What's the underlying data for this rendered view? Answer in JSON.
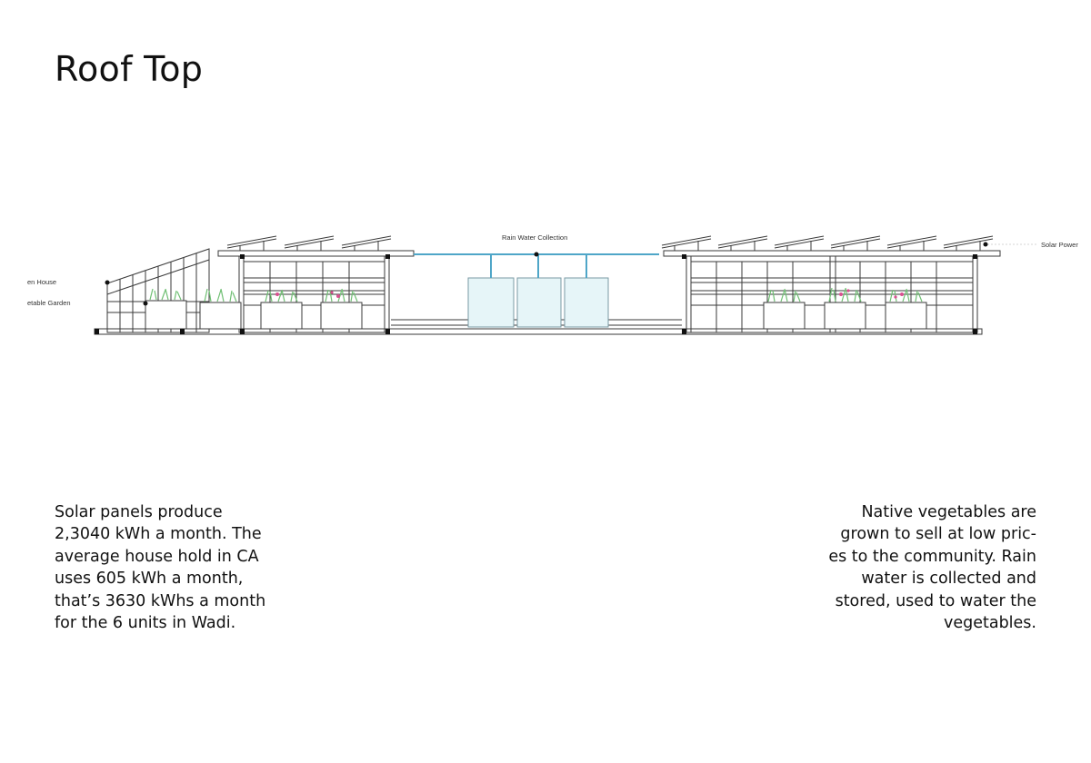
{
  "page": {
    "title": "Roof Top"
  },
  "diagram": {
    "labels": {
      "rain_water": "Rain Water Collection",
      "solar_power": "Solar Power",
      "green_house": "en House",
      "vegetable_garden": "etable Garden"
    }
  },
  "paragraphs": {
    "left": [
      "Solar panels produce",
      "2,3040 kWh a month. The",
      "average house hold in CA",
      "uses 605 kWh a month,",
      "that’s 3630 kWhs a month",
      "for the 6 units in Wadi."
    ],
    "right": [
      "Native vegetables are",
      "grown to sell at low pric-",
      "es to the community. Rain",
      "water is collected and",
      "stored, used to water the",
      "vegetables."
    ]
  },
  "colors": {
    "line": "#3a3a3a",
    "pipe": "#4fa6c8",
    "water": "#e6f5f8",
    "plant": "#6fbf73",
    "flower": "#d8508f"
  }
}
